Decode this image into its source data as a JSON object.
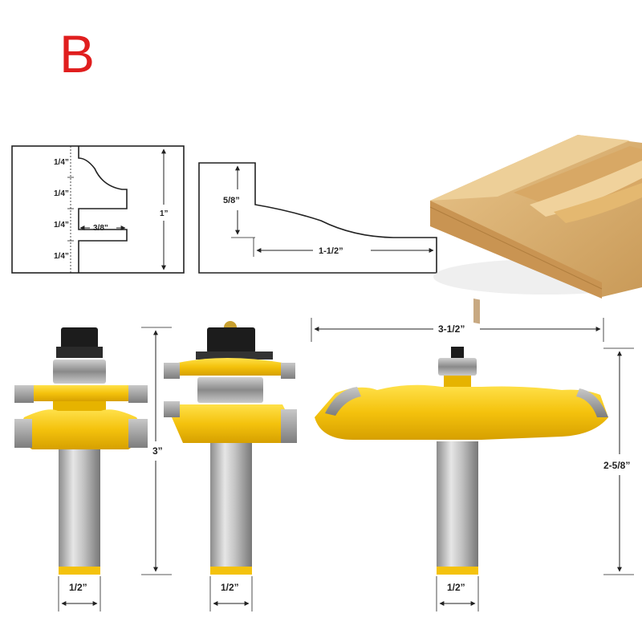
{
  "header": {
    "variant_letter": "B",
    "variant_color": "#e01e1e"
  },
  "profile_diagram_left": {
    "segment_1": "1/4”",
    "segment_2": "1/4”",
    "segment_3": "1/4”",
    "segment_4": "1/4”",
    "groove_width": "3/8”",
    "total_height": "1”"
  },
  "profile_diagram_right": {
    "profile_height": "5/8”",
    "profile_width": "1-1/2”"
  },
  "router_bits": {
    "bit_1_shank": "1/2”",
    "bit_2_shank": "1/2”",
    "bit_3_shank": "1/2”",
    "bits_height": "3”",
    "panel_bit_diameter": "3-1/2”",
    "panel_bit_height": "2-5/8”"
  },
  "colors": {
    "cutter_yellow": "#f4c20d",
    "cutter_shadow": "#d9a300",
    "carbide": "#9a9a9a",
    "shank_steel": "#b8b8b8",
    "nut_black": "#1c1c1c",
    "wood_light": "#e2b978",
    "wood_dark": "#c59353",
    "dim_line": "#222222"
  }
}
